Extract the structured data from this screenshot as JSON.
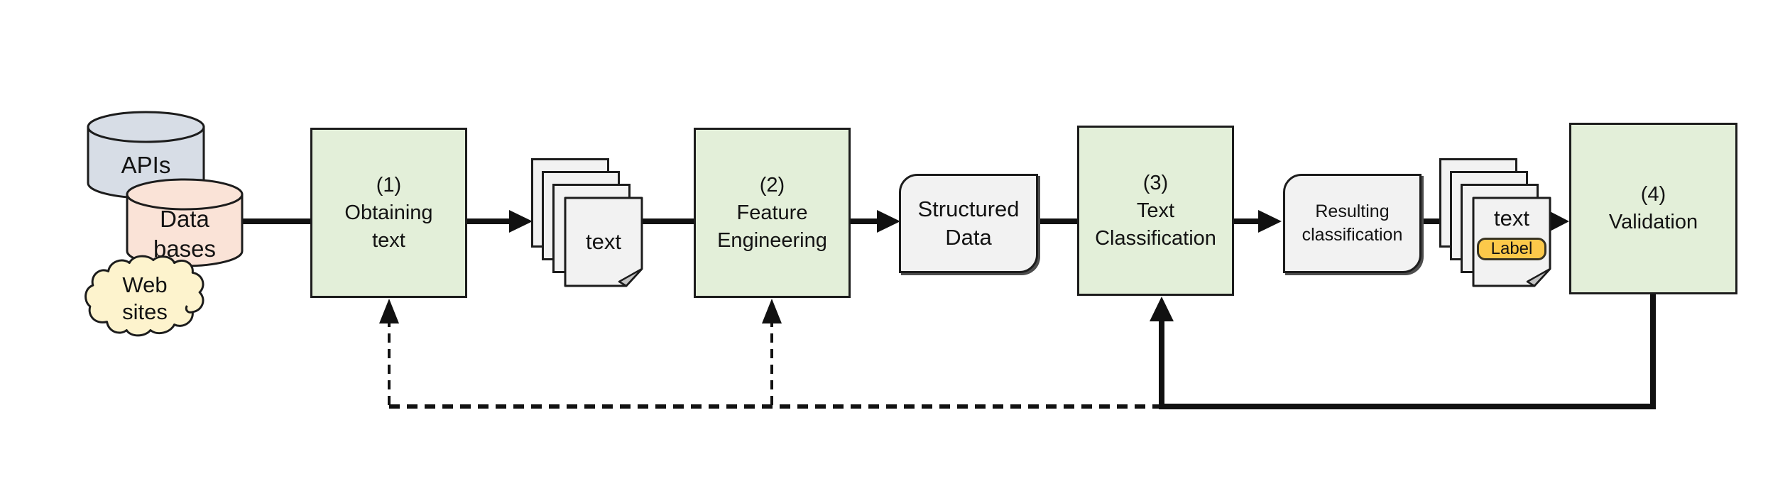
{
  "figure": {
    "background": "#ffffff",
    "sources": {
      "apis": {
        "label": "APIs",
        "fill": "#d7dde6"
      },
      "databases": {
        "label": "Data\nbases",
        "fill": "#fae3d7"
      },
      "websites": {
        "label": "Web\nsites",
        "fill": "#fdf3cd"
      }
    },
    "steps": [
      {
        "number": "(1)",
        "title": "Obtaining\ntext"
      },
      {
        "number": "(2)",
        "title": "Feature\nEngineering"
      },
      {
        "number": "(3)",
        "title": "Text\nClassification"
      },
      {
        "number": "(4)",
        "title": "Validation"
      }
    ],
    "artifacts": {
      "text_docs": {
        "label": "text"
      },
      "structured_data": {
        "label": "Structured\nData"
      },
      "resulting_classification": {
        "label": "Resulting\nclassification"
      },
      "labeled_docs": {
        "label": "text",
        "badge": "Label",
        "badge_fill": "#fcc94a"
      }
    },
    "colors": {
      "process_fill": "#e3efd9",
      "artifact_fill": "#f2f2f2",
      "line": "#111111",
      "apis_fill": "#d7dde6",
      "databases_fill": "#fae3d7",
      "websites_fill": "#fdf3cd",
      "badge_fill": "#fcc94a"
    }
  }
}
